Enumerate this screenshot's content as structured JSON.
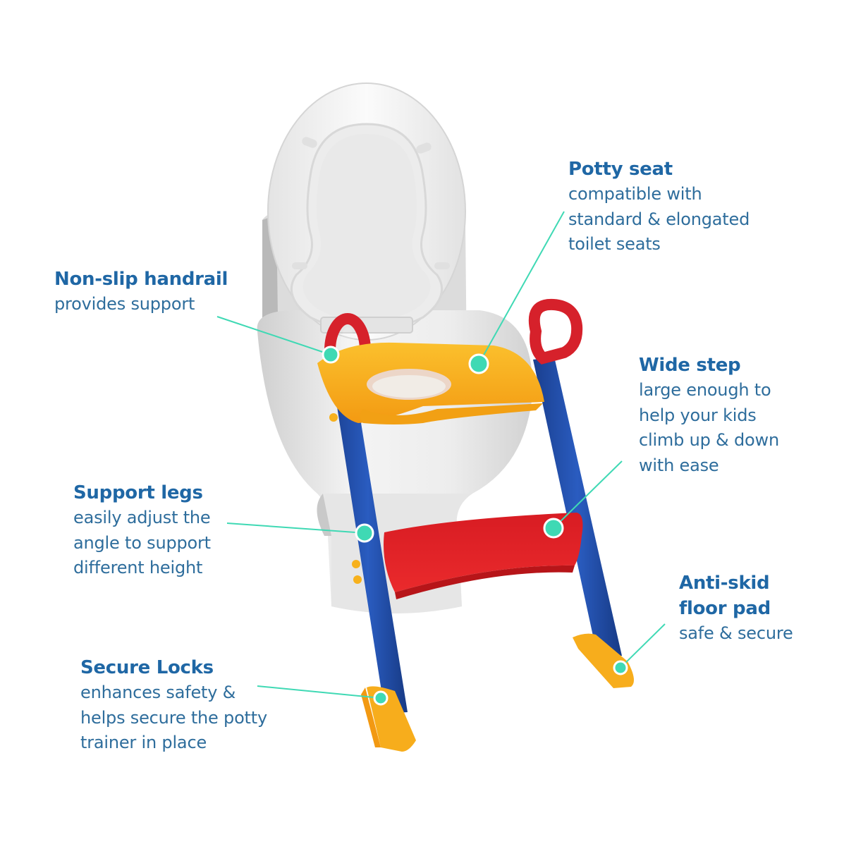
{
  "colors": {
    "title_blue": "#1f67a5",
    "text_blue": "#2e6d9c",
    "leader_line": "#3fd9b4",
    "dot_fill": "#3fd9b4",
    "seat_yellow": "#f8b21a",
    "leg_blue": "#1e4fa8",
    "handle_red": "#d8202a",
    "step_red": "#e21f26",
    "toilet_white": "#eeeeee"
  },
  "callouts": {
    "potty_seat": {
      "title": "Potty seat",
      "lines": [
        "compatible with",
        "standard & elongated",
        "toilet seats"
      ]
    },
    "handrail": {
      "title": "Non-slip handrail",
      "lines": [
        "provides support"
      ]
    },
    "wide_step": {
      "title": "Wide step",
      "lines": [
        "large enough to",
        "help your kids",
        "climb up & down",
        "with ease"
      ]
    },
    "support_legs": {
      "title": "Support legs",
      "lines": [
        "easily adjust the",
        "angle to support",
        "different height"
      ]
    },
    "secure_locks": {
      "title": "Secure Locks",
      "lines": [
        "enhances safety &",
        "helps secure the potty",
        "trainer in place"
      ]
    },
    "floor_pad": {
      "title_lines": [
        "Anti-skid",
        "floor pad"
      ],
      "lines": [
        "safe & secure"
      ]
    }
  }
}
